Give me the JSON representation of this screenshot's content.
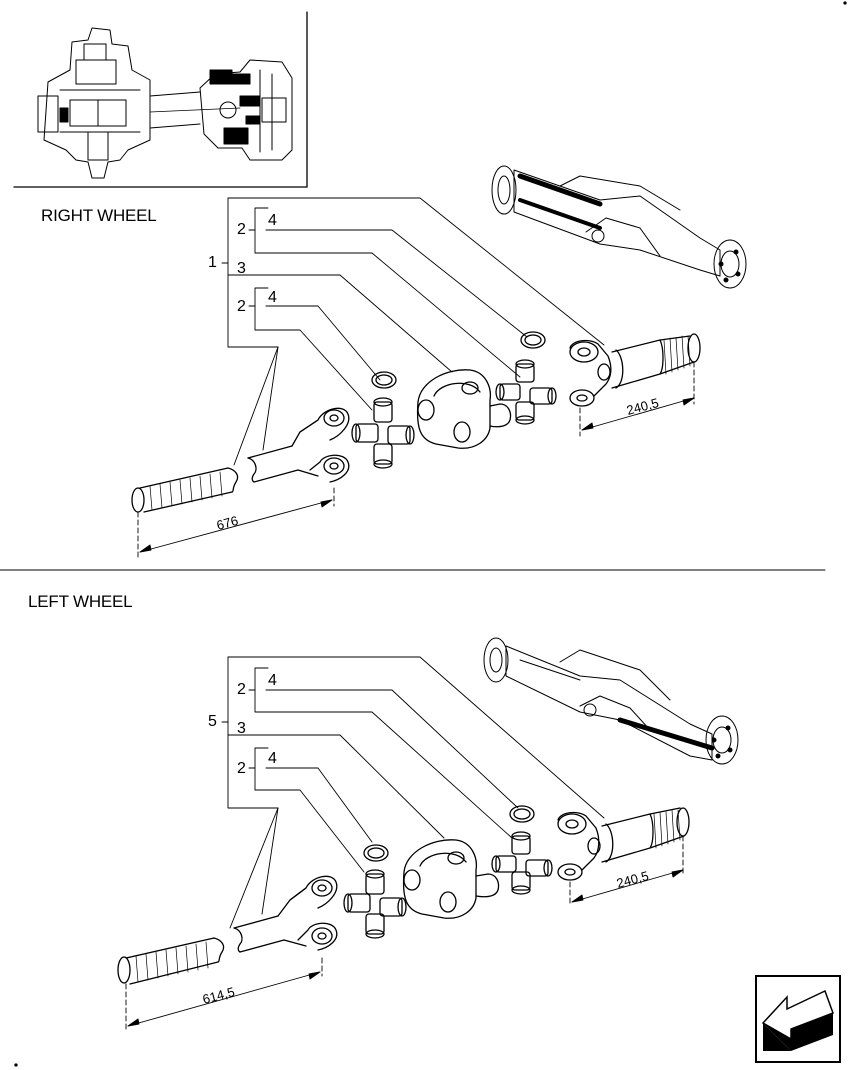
{
  "sections": {
    "right": {
      "title": "RIGHT WHEEL",
      "assembly_ref": "1",
      "callouts": {
        "yoke_ref_a": "2",
        "circlip_ref_a": "4",
        "coupling_ref": "3",
        "yoke_ref_b": "2",
        "circlip_ref_b": "4"
      },
      "dim_shaft": "676",
      "dim_stub": "240,5"
    },
    "left": {
      "title": "LEFT WHEEL",
      "assembly_ref": "5",
      "callouts": {
        "yoke_ref_a": "2",
        "circlip_ref_a": "4",
        "coupling_ref": "3",
        "yoke_ref_b": "2",
        "circlip_ref_b": "4"
      },
      "dim_shaft": "614,5",
      "dim_stub": "240,5"
    }
  },
  "icons": {
    "axle_cutaway": "axle-cutaway-thumbnail-icon",
    "axle_iso": "front-axle-iso-icon",
    "nav": "arrow-back-icon"
  }
}
